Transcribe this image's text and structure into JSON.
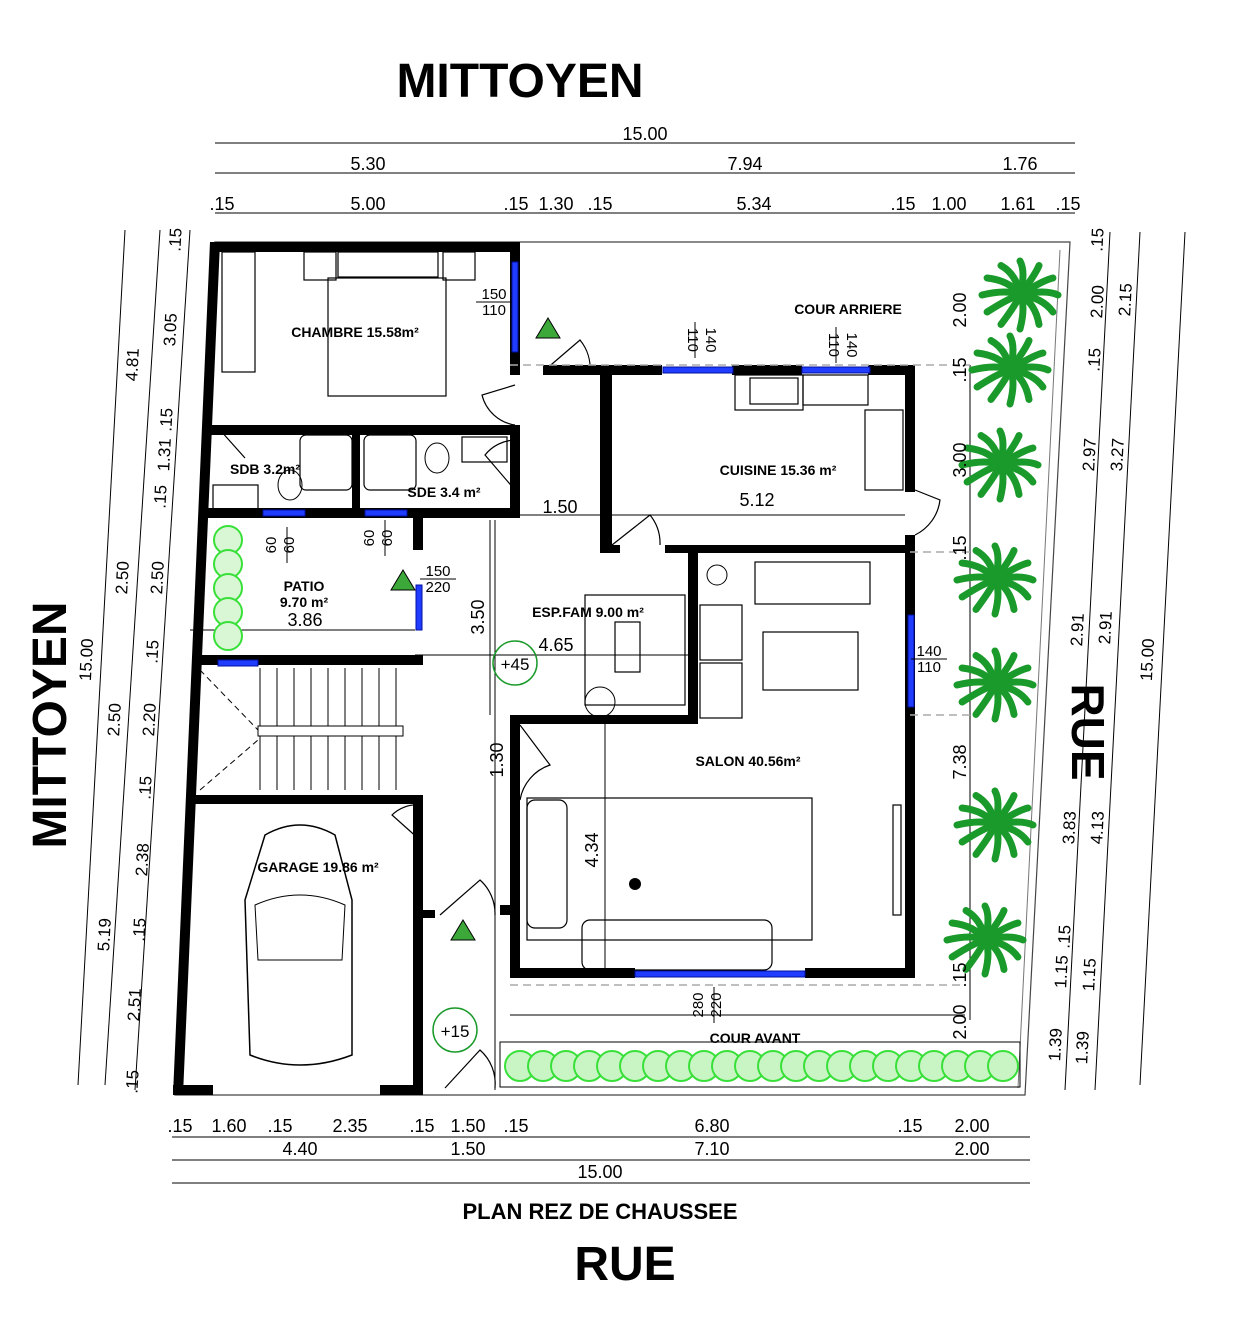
{
  "titles": {
    "top_neighbor": "MITTOYEN",
    "left_neighbor": "MITTOYEN",
    "right_street": "RUE",
    "bottom_street": "RUE",
    "plan_title": "PLAN REZ DE CHAUSSEE"
  },
  "rooms": {
    "chambre": "CHAMBRE  15.58m²",
    "sdb": "SDB 3.2m²",
    "sde": "SDE 3.4 m²",
    "patio": "PATIO",
    "patio_area": "9.70 m²",
    "esp_fam": "ESP.FAM 9.00 m²",
    "cuisine": "CUISINE 15.36 m²",
    "cour_arriere": "COUR ARRIERE",
    "salon": "SALON 40.56m²",
    "garage": "GARAGE 19.86 m²",
    "cour_avant": "COUR AVANT"
  },
  "levels": {
    "family": "+45",
    "entrance": "+15"
  },
  "dims_top": {
    "row1": [
      "15.00"
    ],
    "row2": [
      "5.30",
      "7.94",
      "1.76"
    ],
    "row3": [
      ".15",
      "5.00",
      ".15",
      "1.30",
      ".15",
      "5.34",
      ".15",
      "1.00",
      "1.61",
      ".15"
    ]
  },
  "dims_bottom": {
    "row1": [
      ".15",
      "1.60",
      ".15",
      "2.35",
      ".15",
      "1.50",
      ".15",
      "6.80",
      ".15",
      "2.00"
    ],
    "row2": [
      "4.40",
      "1.50",
      "7.10",
      "2.00"
    ],
    "row3": [
      "15.00"
    ]
  },
  "dims_left": {
    "outer": [
      "4.81",
      "15.00",
      "5.19"
    ],
    "middle": [
      "2.50",
      "2.50",
      "2.38",
      "2.51"
    ],
    "inner": [
      ".15",
      "3.05",
      ".15",
      "1.31",
      ".15",
      "2.50",
      ".15",
      "2.20",
      ".15",
      ".15",
      ".15"
    ]
  },
  "dims_right": {
    "inner": [
      ".15",
      "2.00",
      ".15",
      "2.97",
      "2.91",
      "3.83",
      ".15",
      "1.15",
      "1.39"
    ],
    "middle": [
      "2.15",
      "3.27",
      "2.91",
      "4.13",
      "1.15",
      "1.39"
    ],
    "outer": [
      "15.00"
    ]
  },
  "dims_interior": [
    "2.00",
    ".15",
    "3.00",
    ".15",
    "7.38",
    ".15",
    "2.00",
    "1.50",
    "5.12",
    "3.86",
    "3.50",
    "4.65",
    "1.30",
    "4.34"
  ],
  "openings": {
    "chambre_window": [
      "150",
      "110"
    ],
    "cour_window_1": [
      "140",
      "110"
    ],
    "cour_window_2": [
      "140",
      "110"
    ],
    "sdb_window": [
      "60",
      "60"
    ],
    "sde_window": [
      "60",
      "60"
    ],
    "patio_door": [
      "150",
      "220"
    ],
    "salon_window": [
      "140",
      "110"
    ],
    "salon_bay": [
      "280",
      "220"
    ]
  },
  "colors": {
    "wall": "#000000",
    "window": "#1f3cff",
    "plant": "#1a9a2a",
    "hedge": "#39e03a",
    "level": "#1a9a2a"
  }
}
